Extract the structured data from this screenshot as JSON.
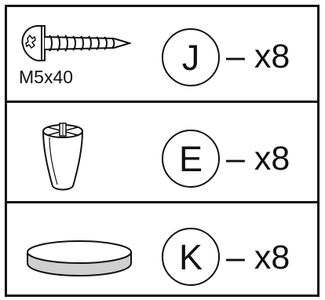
{
  "parts": [
    {
      "icon": "screw-icon",
      "size": "M5x40",
      "letter": "J",
      "quantity": "– x8"
    },
    {
      "icon": "furniture-leg-icon",
      "letter": "E",
      "quantity": "– x8"
    },
    {
      "icon": "felt-pad-icon",
      "letter": "K",
      "quantity": "– x8"
    }
  ]
}
